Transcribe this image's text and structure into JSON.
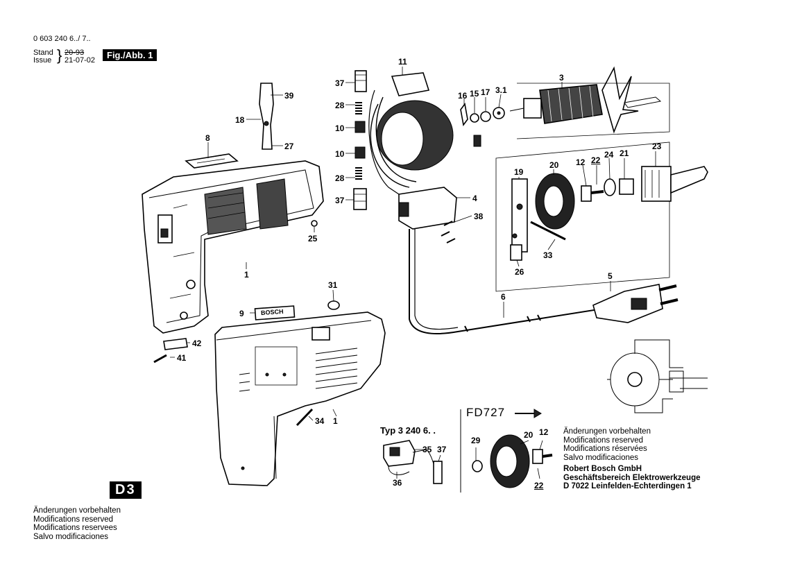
{
  "header": {
    "model": "0 603 240 6../ 7..",
    "stand_label": "Stand",
    "stand_value": "20-93",
    "issue_label": "Issue",
    "issue_value": "21-07-02",
    "fig_label": "Fig./Abb. 1"
  },
  "page_code": "D3",
  "bottom_notes": [
    "Änderungen vorbehalten",
    "Modifications reserved",
    "Modifications reservees",
    "Salvo modificaciones"
  ],
  "right_notes": [
    "Änderungen vorbehalten",
    "Modifications reserved",
    "Modifications réservées",
    "Salvo modificaciones"
  ],
  "company": [
    "Robert Bosch GmbH",
    "Geschäftsbereich Elektrowerkzeuge",
    "D 7022 Leinfelden-Echterdingen 1"
  ],
  "typ_label": "Typ  3 240 6. .",
  "fd_label": "FD727",
  "brand_plate": "BOSCH",
  "part_numbers": {
    "p37a": "37",
    "p28a": "28",
    "p10a": "10",
    "p10b": "10",
    "p28b": "28",
    "p37b": "37",
    "p11": "11",
    "p16": "16",
    "p15": "15",
    "p17": "17",
    "p3_1": "3.1",
    "p3": "3",
    "p39": "39",
    "p18": "18",
    "p27": "27",
    "p8": "8",
    "p25": "25",
    "p1a": "1",
    "p4": "4",
    "p38": "38",
    "p19": "19",
    "p20": "20",
    "p12": "12",
    "p22": "22",
    "p24": "24",
    "p21": "21",
    "p23": "23",
    "p33": "33",
    "p26": "26",
    "p31": "31",
    "p9": "9",
    "p42": "42",
    "p41": "41",
    "p6": "6",
    "p5": "5",
    "p34": "34",
    "p1b": "1",
    "p35": "35",
    "p37c": "37",
    "p36": "36",
    "p29": "29",
    "p20b": "20",
    "p12b": "12",
    "p22b": "22"
  }
}
